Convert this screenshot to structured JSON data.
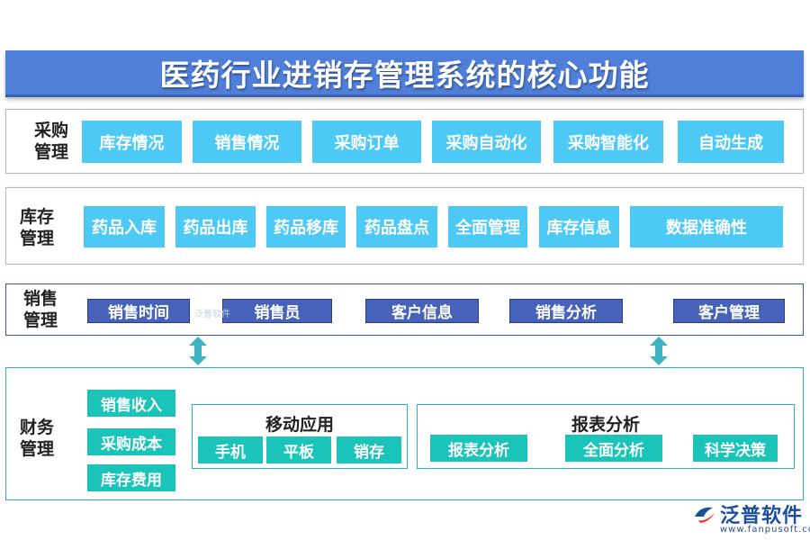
{
  "title": "医药行业进销存管理系统的核心功能",
  "procurement": {
    "label_line1": "采购",
    "label_line2": "管理",
    "items": [
      "库存情况",
      "销售情况",
      "采购订单",
      "采购自动化",
      "采购智能化",
      "自动生成"
    ]
  },
  "inventory": {
    "label_line1": "库存",
    "label_line2": "管理",
    "items": [
      "药品入库",
      "药品出库",
      "药品移库",
      "药品盘点",
      "全面管理",
      "库存信息",
      "数据准确性"
    ]
  },
  "sales": {
    "label_line1": "销售",
    "label_line2": "管理",
    "items": [
      "销售时间",
      "销售员",
      "客户信息",
      "销售分析",
      "客户管理"
    ]
  },
  "finance": {
    "label_line1": "财务",
    "label_line2": "管理",
    "left_items": [
      "销售收入",
      "采购成本",
      "库存费用"
    ],
    "mobile": {
      "title": "移动应用",
      "items": [
        "手机",
        "平板",
        "销存"
      ]
    },
    "report": {
      "title": "报表分析",
      "items": [
        "报表分析",
        "全面分析",
        "科学决策"
      ]
    }
  },
  "watermark": "泛普软件",
  "logo": {
    "name": "泛普软件",
    "url": "www.fanpusoft.com"
  },
  "colors": {
    "title_bg": "#4f7fd9",
    "cyan": "#4dc9f5",
    "navy": "#4663b9",
    "teal": "#1ac4b8",
    "arrow": "#3fb3c4"
  }
}
